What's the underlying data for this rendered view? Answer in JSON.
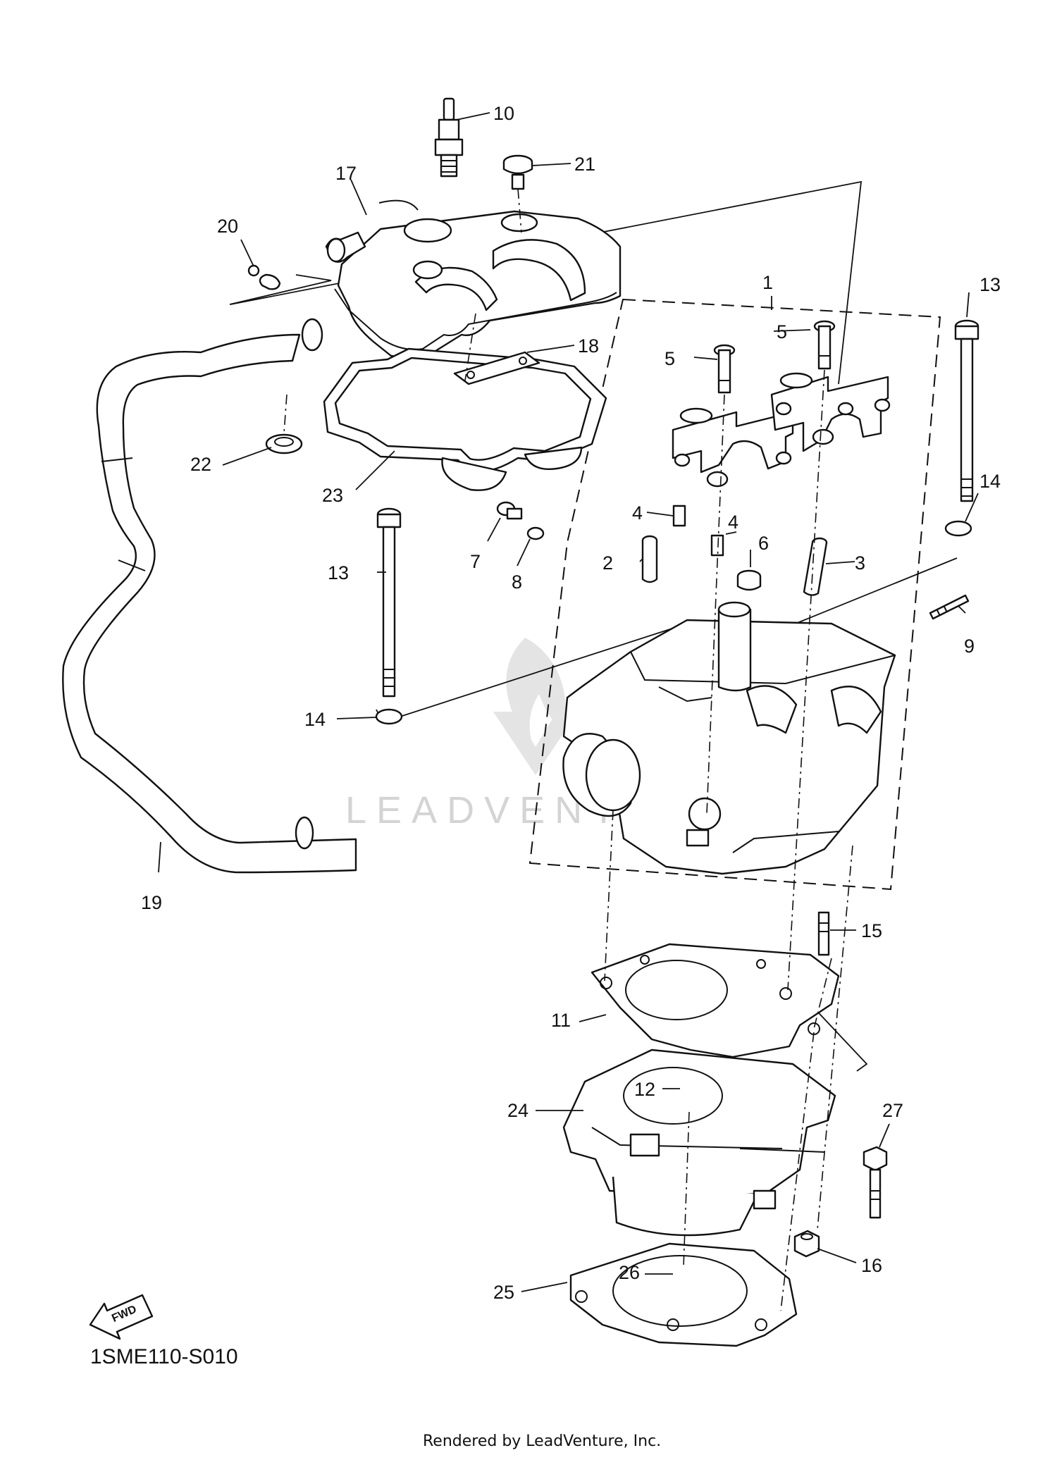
{
  "diagram_code": "1SME110-S010",
  "footer": "Rendered by LeadVenture, Inc.",
  "watermark": "LEADVENTURE",
  "fwd_label": "FWD",
  "callouts": {
    "c1": "1",
    "c2": "2",
    "c3": "3",
    "c4a": "4",
    "c4b": "4",
    "c5a": "5",
    "c5b": "5",
    "c6": "6",
    "c7": "7",
    "c8": "8",
    "c9": "9",
    "c10": "10",
    "c11": "11",
    "c12": "12",
    "c13a": "13",
    "c13b": "13",
    "c14a": "14",
    "c14b": "14",
    "c15": "15",
    "c16": "16",
    "c17": "17",
    "c18": "18",
    "c19": "19",
    "c20": "20",
    "c21": "21",
    "c22": "22",
    "c23": "23",
    "c24": "24",
    "c25": "25",
    "c26": "26",
    "c27": "27"
  }
}
